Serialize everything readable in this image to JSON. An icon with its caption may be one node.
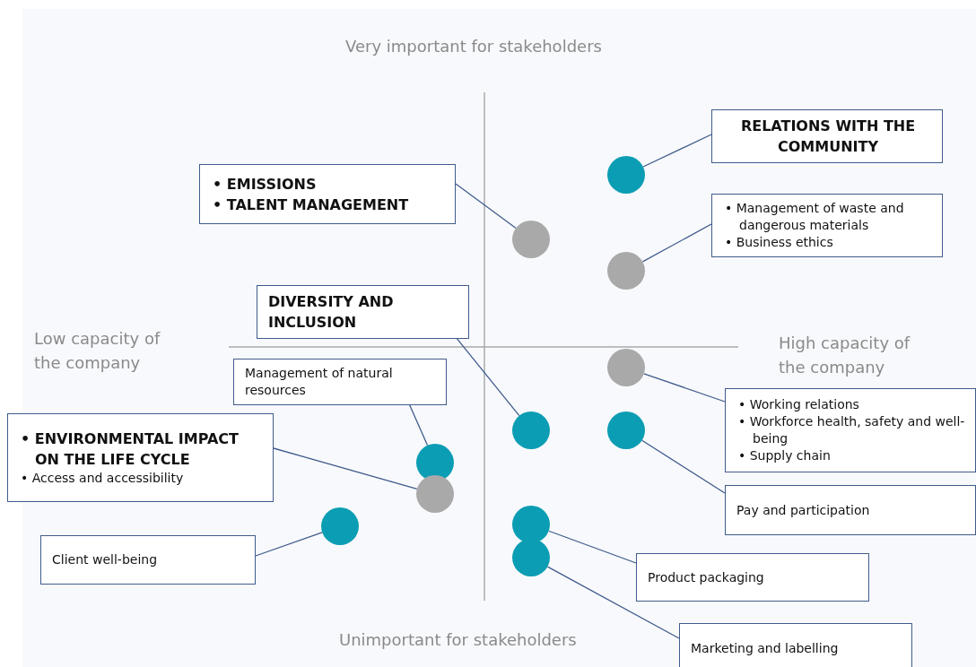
{
  "diagram": {
    "nodes": [
      {
        "text": [
          "RELATIONS WITH THE COMMUNITY"
        ]
      },
      {
        "text": [
          "• EMISSIONS",
          "• TALENT MANAGEMENT"
        ]
      },
      {
        "text": [
          "• Management of waste and dangerous materials",
          "• Business ethics"
        ]
      },
      {
        "text": [
          "DIVERSITY AND INCLUSION"
        ]
      },
      {
        "text": [
          "Management of natural resources"
        ]
      },
      {
        "text": [
          "• ENVIRONMENTAL IMPACT ON THE LIFE CYCLE",
          "• Access and accessibility"
        ]
      },
      {
        "text": [
          "• Working relations",
          "• Workforce health, safety and well-being",
          "• Supply chain"
        ]
      },
      {
        "text": [
          "Pay and participation"
        ]
      },
      {
        "text": [
          "Client well-being"
        ]
      },
      {
        "text": [
          "Product packaging"
        ]
      },
      {
        "text": [
          "Marketing and labelling"
        ]
      },
      {
        "text": [],
        "shape": "circle"
      },
      {
        "text": [],
        "shape": "circle"
      },
      {
        "text": [],
        "shape": "circle"
      },
      {
        "text": [],
        "shape": "circle"
      },
      {
        "text": [],
        "shape": "circle"
      },
      {
        "text": [],
        "shape": "circle"
      },
      {
        "text": [],
        "shape": "circle"
      },
      {
        "text": [],
        "shape": "circle"
      },
      {
        "text": [],
        "shape": "circle"
      },
      {
        "text": [],
        "shape": "circle"
      },
      {
        "text": [],
        "shape": "circle"
      }
    ],
    "edges": [
      {
        "from": 0,
        "to": 11,
        "arrow": "none"
      },
      {
        "from": 1,
        "to": 12,
        "arrow": "none"
      },
      {
        "from": 2,
        "to": 13,
        "arrow": "none"
      },
      {
        "from": 3,
        "to": 15,
        "arrow": "none"
      },
      {
        "from": 4,
        "to": 17,
        "arrow": "none"
      },
      {
        "from": 5,
        "to": 18,
        "arrow": "none"
      },
      {
        "from": 6,
        "to": 14,
        "arrow": "none"
      },
      {
        "from": 7,
        "to": 16,
        "arrow": "none"
      },
      {
        "from": 8,
        "to": 19,
        "arrow": "none"
      },
      {
        "from": 9,
        "to": 20,
        "arrow": "none"
      },
      {
        "from": 10,
        "to": 21,
        "arrow": "none"
      }
    ],
    "labels": [
      "Very important for stakeholders",
      "Low capacity of the company",
      "High capacity of the company",
      "Unimportant for stakeholders"
    ]
  }
}
